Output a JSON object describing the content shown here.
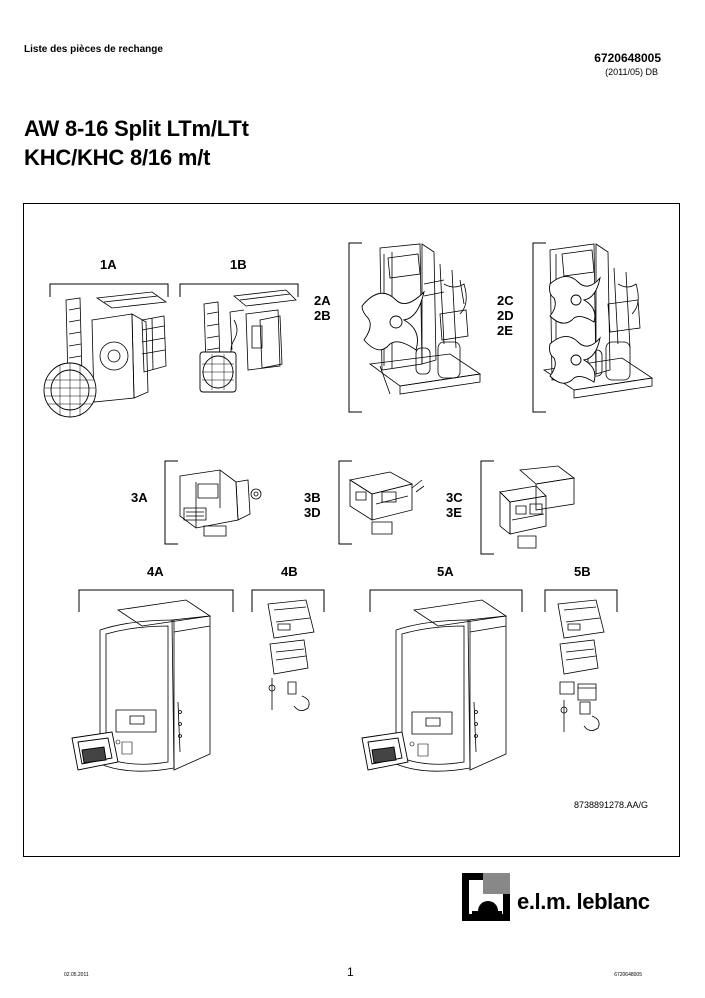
{
  "header": {
    "doc_type": "Liste des pièces de rechange",
    "doc_number": "6720648005",
    "doc_sub": "(2011/05) DB"
  },
  "title": {
    "line1": "AW 8-16 Split LTm/LTt",
    "line2": "KHC/KHC 8/16 m/t"
  },
  "groups": {
    "g1a": "1A",
    "g1b": "1B",
    "g2a": "2A",
    "g2b": "2B",
    "g2c": "2C",
    "g2d": "2D",
    "g2e": "2E",
    "g3a": "3A",
    "g3b": "3B",
    "g3d": "3D",
    "g3c": "3C",
    "g3e": "3E",
    "g4a": "4A",
    "g4b": "4B",
    "g5a": "5A",
    "g5b": "5B"
  },
  "figure_ref": "8738891278.AA/G",
  "brand": "e.l.m. leblanc",
  "footer": {
    "date": "02.05.2011",
    "page": "1",
    "doc_number": "6720648005"
  }
}
